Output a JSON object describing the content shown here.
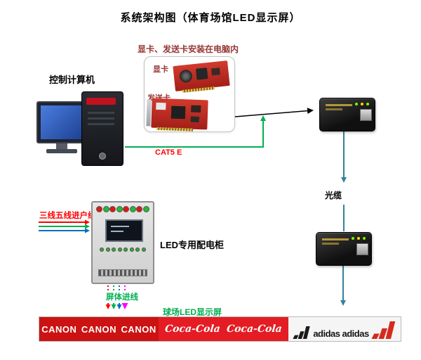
{
  "title": "系统架构图（体育场馆LED显示屏）",
  "labels": {
    "cards_note": "显卡、发送卡安装在电脑内",
    "control_computer": "控制计算机",
    "gpu_card": "显卡",
    "sender_card": "发送卡",
    "cat5e": "CAT5 E",
    "fiber_cable": "光缆",
    "entry_lines": "三线五线进户线",
    "power_cabinet": "LED专用配电柜",
    "screen_feed": "屏体进线",
    "stadium_screen": "球场LED显示屏"
  },
  "banner": {
    "canon": [
      "CANON",
      "CANON",
      "CANON"
    ],
    "cocacola": [
      "Coca-Cola",
      "Coca-Cola"
    ],
    "adidas": [
      "adidas",
      "adidas"
    ]
  },
  "colors": {
    "note_text": "#953735",
    "red_label": "#ff0000",
    "green_label": "#00b050",
    "cat5e_line": "#00b050",
    "fiber_line": "#31849b",
    "magenta_arrow": "#ff00ff",
    "canon_bg": "#cc1212",
    "coke_bg": "#e41c23",
    "adidas_dark": "#1a1a1a",
    "adidas_red": "#d52b1e"
  }
}
